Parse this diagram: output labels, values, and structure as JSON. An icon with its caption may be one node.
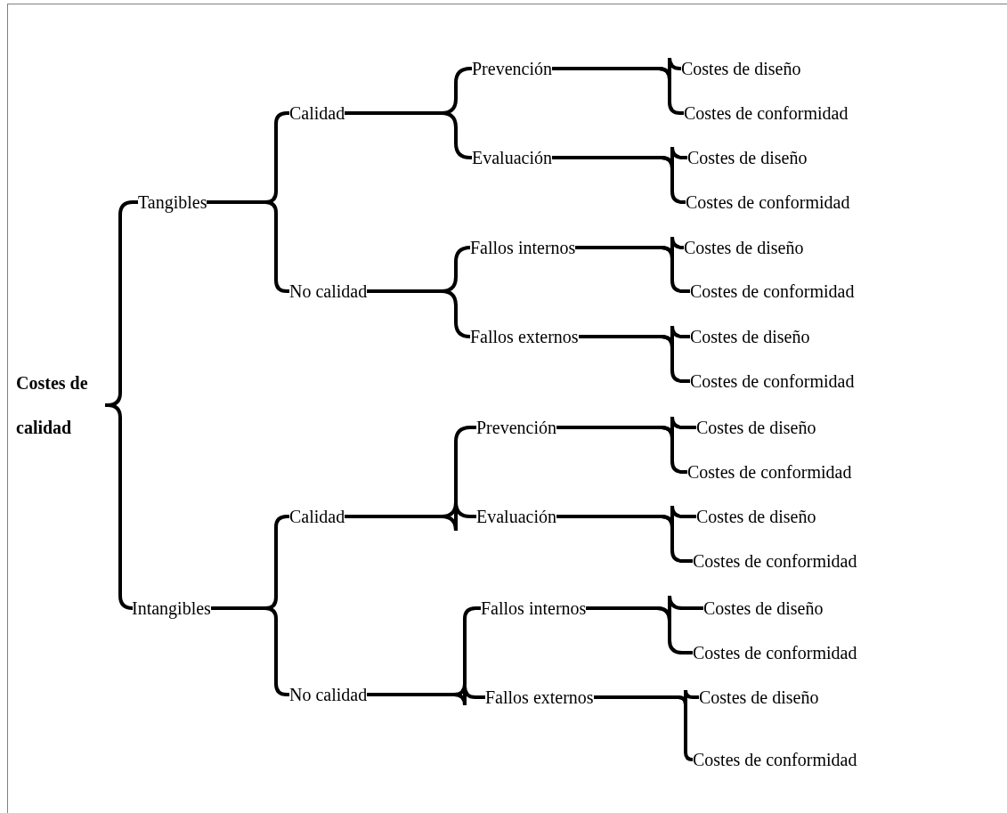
{
  "diagram": {
    "nodes": [
      {
        "text": [
          "Costes de calidad"
        ]
      },
      {
        "text": [
          "Tangibles"
        ]
      },
      {
        "text": [
          "Calidad"
        ]
      },
      {
        "text": [
          "Prevención"
        ]
      },
      {
        "text": [
          "Costes de diseño"
        ]
      },
      {
        "text": [
          "Costes de conformidad"
        ]
      },
      {
        "text": [
          "Evaluación"
        ]
      },
      {
        "text": [
          "Costes de diseño"
        ]
      },
      {
        "text": [
          "Costes de conformidad"
        ]
      },
      {
        "text": [
          "No calidad"
        ]
      },
      {
        "text": [
          "Fallos internos"
        ]
      },
      {
        "text": [
          "Costes de diseño"
        ]
      },
      {
        "text": [
          "Costes de conformidad"
        ]
      },
      {
        "text": [
          "Fallos externos"
        ]
      },
      {
        "text": [
          "Costes de diseño"
        ]
      },
      {
        "text": [
          "Costes de conformidad"
        ]
      },
      {
        "text": [
          "Intangibles"
        ]
      },
      {
        "text": [
          "Calidad"
        ]
      },
      {
        "text": [
          "Prevención"
        ]
      },
      {
        "text": [
          "Costes de diseño"
        ]
      },
      {
        "text": [
          "Costes de conformidad"
        ]
      },
      {
        "text": [
          "Evaluación"
        ]
      },
      {
        "text": [
          "Costes de diseño"
        ]
      },
      {
        "text": [
          "Costes de conformidad"
        ]
      },
      {
        "text": [
          "No calidad"
        ]
      },
      {
        "text": [
          "Fallos internos"
        ]
      },
      {
        "text": [
          "Costes de diseño"
        ]
      },
      {
        "text": [
          "Costes de conformidad"
        ]
      },
      {
        "text": [
          "Fallos externos"
        ]
      },
      {
        "text": [
          "Costes de diseño"
        ]
      },
      {
        "text": [
          "Costes de conformidad"
        ]
      }
    ],
    "edges": [
      {
        "from": 0,
        "to": 1,
        "arrow": "none"
      },
      {
        "from": 0,
        "to": 16,
        "arrow": "none"
      },
      {
        "from": 1,
        "to": 2,
        "arrow": "none"
      },
      {
        "from": 1,
        "to": 9,
        "arrow": "none"
      },
      {
        "from": 2,
        "to": 3,
        "arrow": "none"
      },
      {
        "from": 2,
        "to": 6,
        "arrow": "none"
      },
      {
        "from": 3,
        "to": 4,
        "arrow": "none"
      },
      {
        "from": 3,
        "to": 5,
        "arrow": "none"
      },
      {
        "from": 6,
        "to": 7,
        "arrow": "none"
      },
      {
        "from": 6,
        "to": 8,
        "arrow": "none"
      },
      {
        "from": 9,
        "to": 10,
        "arrow": "none"
      },
      {
        "from": 9,
        "to": 13,
        "arrow": "none"
      },
      {
        "from": 10,
        "to": 11,
        "arrow": "none"
      },
      {
        "from": 10,
        "to": 12,
        "arrow": "none"
      },
      {
        "from": 13,
        "to": 14,
        "arrow": "none"
      },
      {
        "from": 13,
        "to": 15,
        "arrow": "none"
      },
      {
        "from": 16,
        "to": 17,
        "arrow": "none"
      },
      {
        "from": 16,
        "to": 24,
        "arrow": "none"
      },
      {
        "from": 17,
        "to": 18,
        "arrow": "none"
      },
      {
        "from": 17,
        "to": 21,
        "arrow": "none"
      },
      {
        "from": 18,
        "to": 19,
        "arrow": "none"
      },
      {
        "from": 18,
        "to": 20,
        "arrow": "none"
      },
      {
        "from": 21,
        "to": 22,
        "arrow": "none"
      },
      {
        "from": 21,
        "to": 23,
        "arrow": "none"
      },
      {
        "from": 24,
        "to": 25,
        "arrow": "none"
      },
      {
        "from": 24,
        "to": 28,
        "arrow": "none"
      },
      {
        "from": 25,
        "to": 26,
        "arrow": "none"
      },
      {
        "from": 25,
        "to": 27,
        "arrow": "none"
      },
      {
        "from": 28,
        "to": 29,
        "arrow": "none"
      },
      {
        "from": 28,
        "to": 30,
        "arrow": "none"
      }
    ]
  }
}
